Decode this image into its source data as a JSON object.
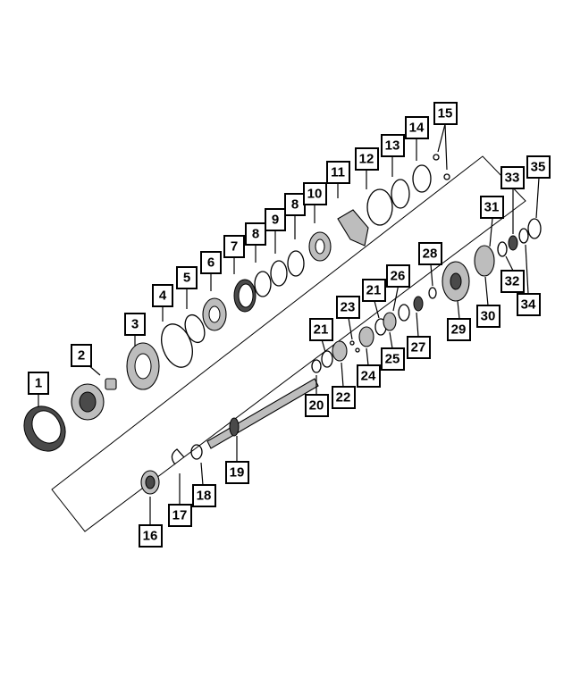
{
  "callouts": [
    {
      "id": "1",
      "label": "1"
    },
    {
      "id": "2",
      "label": "2"
    },
    {
      "id": "3",
      "label": "3"
    },
    {
      "id": "4",
      "label": "4"
    },
    {
      "id": "5",
      "label": "5"
    },
    {
      "id": "6",
      "label": "6"
    },
    {
      "id": "7",
      "label": "7"
    },
    {
      "id": "8a",
      "label": "8"
    },
    {
      "id": "9",
      "label": "9"
    },
    {
      "id": "8b",
      "label": "8"
    },
    {
      "id": "10",
      "label": "10"
    },
    {
      "id": "11",
      "label": "11"
    },
    {
      "id": "12",
      "label": "12"
    },
    {
      "id": "13",
      "label": "13"
    },
    {
      "id": "14",
      "label": "14"
    },
    {
      "id": "15",
      "label": "15"
    },
    {
      "id": "16",
      "label": "16"
    },
    {
      "id": "17",
      "label": "17"
    },
    {
      "id": "18",
      "label": "18"
    },
    {
      "id": "19",
      "label": "19"
    },
    {
      "id": "20",
      "label": "20"
    },
    {
      "id": "21a",
      "label": "21"
    },
    {
      "id": "22",
      "label": "22"
    },
    {
      "id": "23",
      "label": "23"
    },
    {
      "id": "24",
      "label": "24"
    },
    {
      "id": "21b",
      "label": "21"
    },
    {
      "id": "25",
      "label": "25"
    },
    {
      "id": "26",
      "label": "26"
    },
    {
      "id": "27",
      "label": "27"
    },
    {
      "id": "28",
      "label": "28"
    },
    {
      "id": "29",
      "label": "29"
    },
    {
      "id": "30",
      "label": "30"
    },
    {
      "id": "31",
      "label": "31"
    },
    {
      "id": "32",
      "label": "32"
    },
    {
      "id": "33",
      "label": "33"
    },
    {
      "id": "34",
      "label": "34"
    },
    {
      "id": "35",
      "label": "35"
    }
  ]
}
